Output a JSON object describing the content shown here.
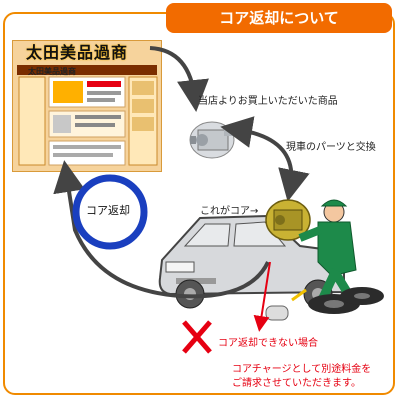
{
  "title": "コア返却について",
  "shop": {
    "logo_text": "太田美品過商",
    "logo_text_small": "太田美品過商"
  },
  "labels": {
    "purchased_product": "当店よりお買上いただいた商品",
    "exchange": "現車のパーツと交換",
    "this_is_core": "これがコア→",
    "core_return": "コア返却",
    "cannot_return": "コア返却できない場合",
    "charge_line1": "コアチャージとして別途料金を",
    "charge_line2": "ご請求させていただきます。"
  },
  "colors": {
    "accent": "#f26b00",
    "border": "#f08a00",
    "circle": "#1a3fbf",
    "cross": "#e60012",
    "arrow": "#444444"
  }
}
